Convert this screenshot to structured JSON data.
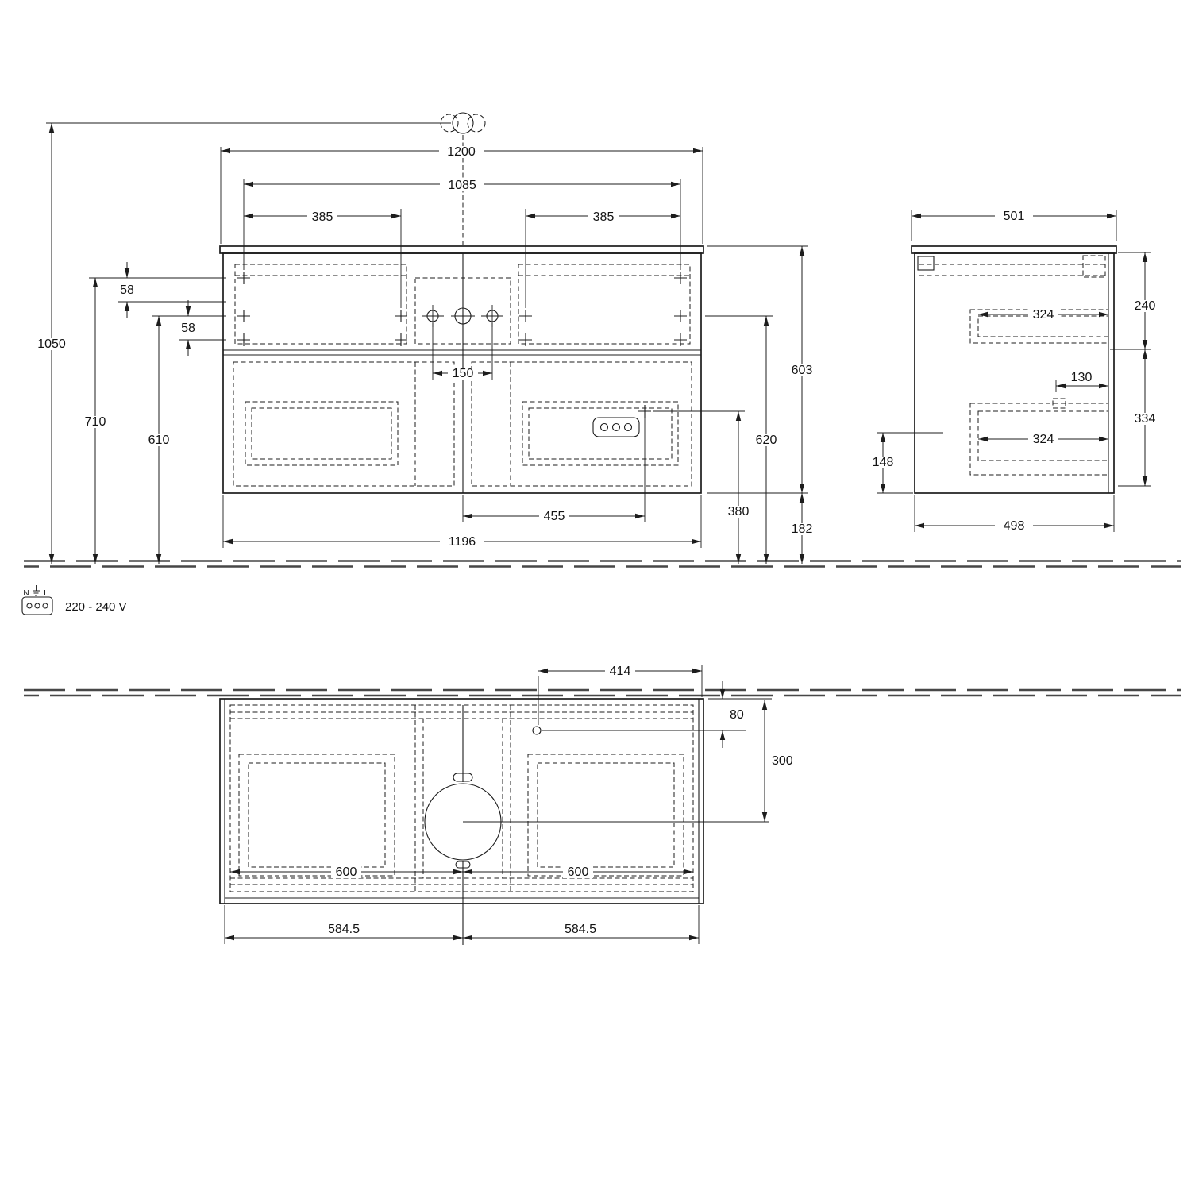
{
  "front_view": {
    "dims": {
      "overall_width": "1200",
      "fixing_span": "1085",
      "fixing_left": "385",
      "fixing_right": "385",
      "offset_a": "58",
      "offset_b": "58",
      "total_height": "1050",
      "height_upper": "710",
      "height_lower": "610",
      "tap_spacing": "150",
      "cabinet_height": "603",
      "tap_height": "620",
      "socket_height": "380",
      "clearance": "182",
      "socket_offset": "455",
      "body_width": "1196"
    }
  },
  "side_view": {
    "dims": {
      "depth_top": "501",
      "upper_section": "240",
      "rail_upper": "324",
      "notch": "130",
      "lower_section": "334",
      "rail_lower": "324",
      "bottom_gap": "148",
      "depth_bottom": "498"
    }
  },
  "top_view": {
    "dims": {
      "hole_offset": "414",
      "hole_depth": "80",
      "drain_depth": "300",
      "basin_left": "600",
      "basin_right": "600",
      "half_left": "584.5",
      "half_right": "584.5"
    }
  },
  "electrical": {
    "voltage": "220 - 240 V",
    "neutral": "N",
    "line": "L"
  }
}
